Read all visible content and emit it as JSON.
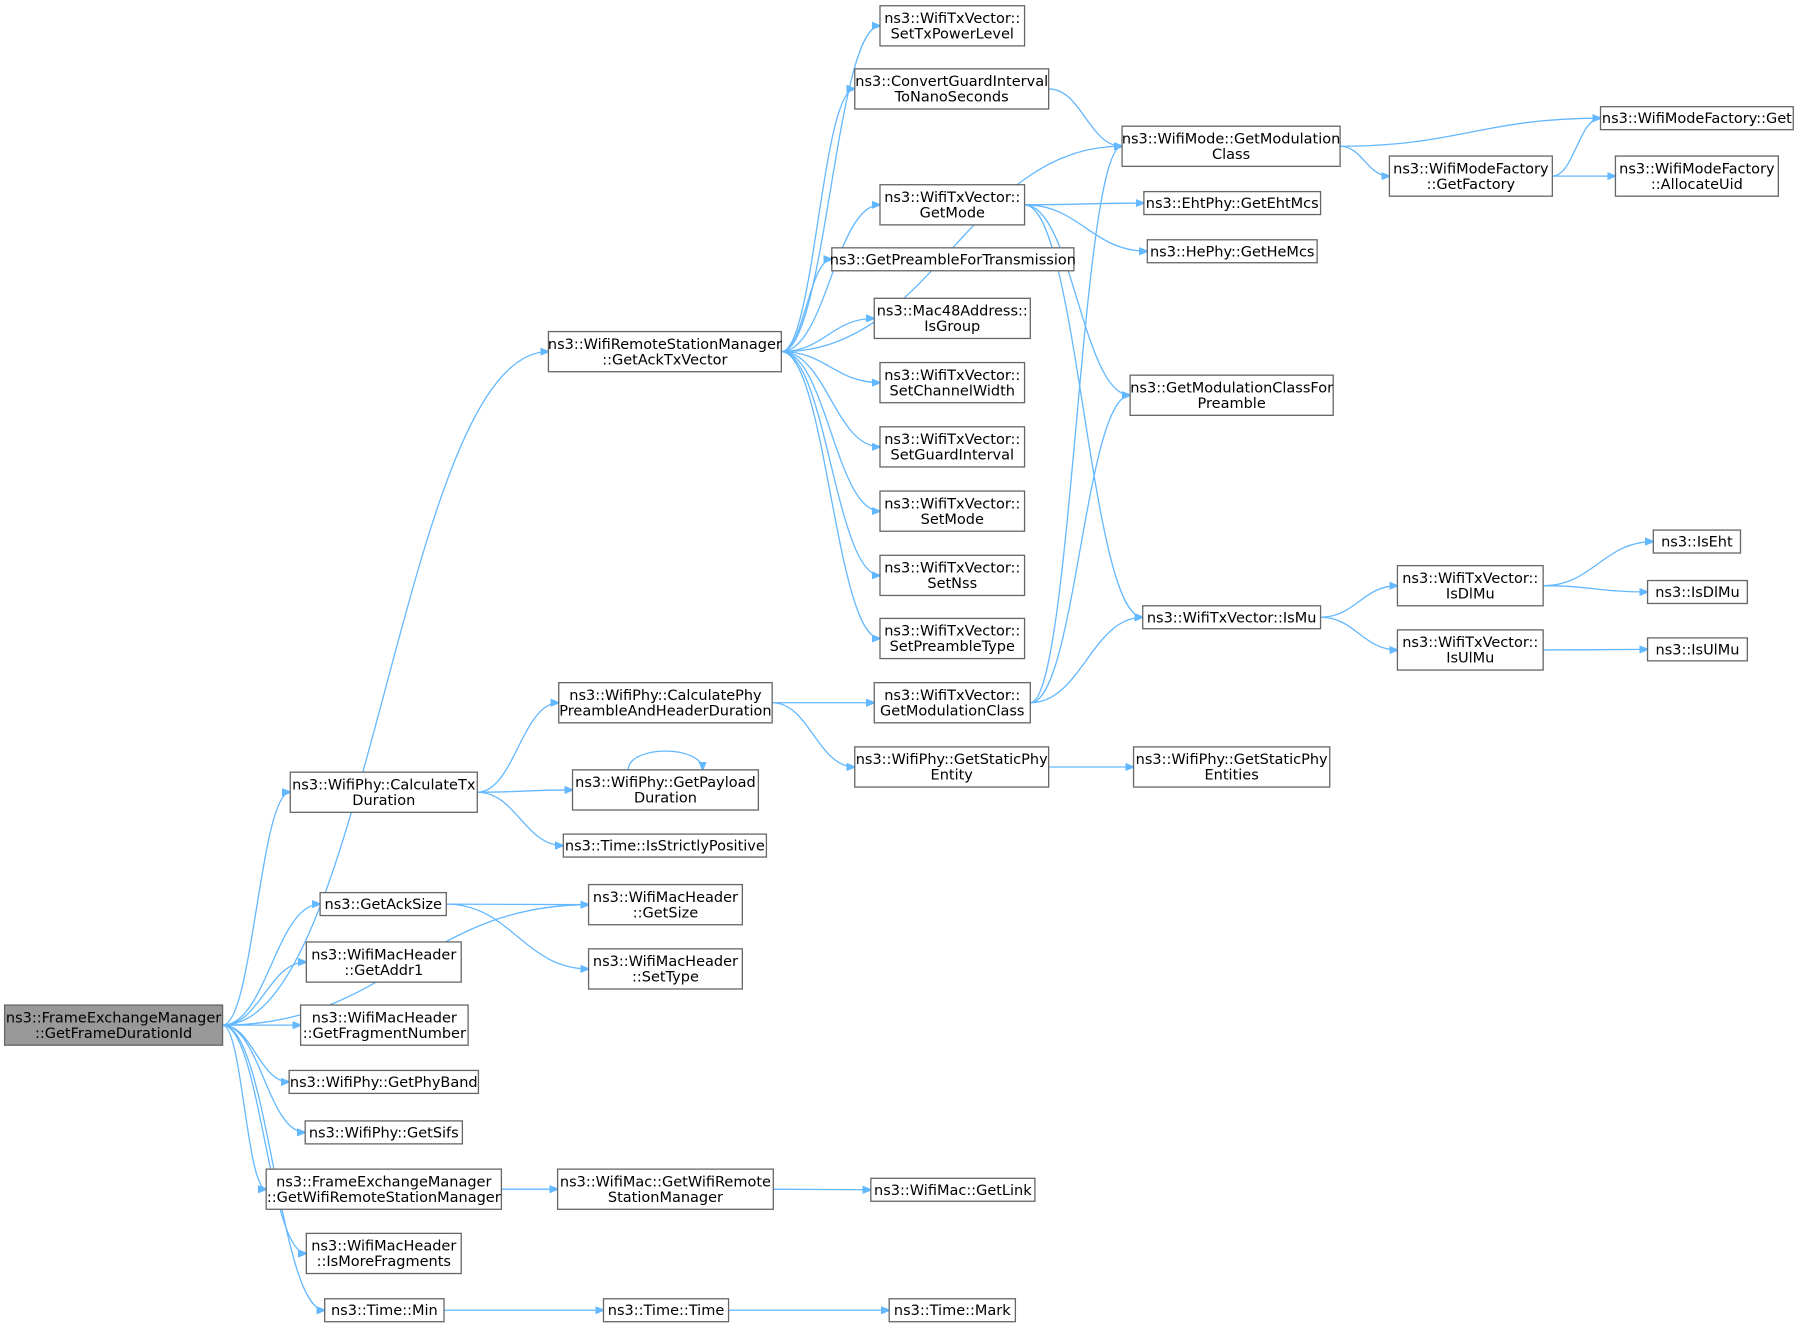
{
  "colors": {
    "edge": "#63b8ff",
    "node_border": "#666666",
    "root_fill": "#999999",
    "node_fill": "#ffffff"
  },
  "nodes": {
    "root": [
      "ns3::FrameExchangeManager",
      "::GetFrameDurationId"
    ],
    "getAckTxVector": [
      "ns3::WifiRemoteStationManager",
      "::GetAckTxVector"
    ],
    "calcTxDuration": [
      "ns3::WifiPhy::CalculateTx",
      "Duration"
    ],
    "macGetSize": [
      "ns3::WifiMacHeader",
      "::GetSize"
    ],
    "getAckSize": [
      "ns3::GetAckSize"
    ],
    "getAddr1": [
      "ns3::WifiMacHeader",
      "::GetAddr1"
    ],
    "getFragNum": [
      "ns3::WifiMacHeader",
      "::GetFragmentNumber"
    ],
    "getPhyBand": [
      "ns3::WifiPhy::GetPhyBand"
    ],
    "getSifs": [
      "ns3::WifiPhy::GetSifs"
    ],
    "fxmGetRsm": [
      "ns3::FrameExchangeManager",
      "::GetWifiRemoteStationManager"
    ],
    "isMoreFrag": [
      "ns3::WifiMacHeader",
      "::IsMoreFragments"
    ],
    "timeMin": [
      "ns3::Time::Min"
    ],
    "setTxPower": [
      "ns3::WifiTxVector::",
      "SetTxPowerLevel"
    ],
    "convertGi": [
      "ns3::ConvertGuardInterval",
      "ToNanoSeconds"
    ],
    "modeGetModClass": [
      "ns3::WifiMode::GetModulation",
      "Class"
    ],
    "txvGetMode": [
      "ns3::WifiTxVector::",
      "GetMode"
    ],
    "getPreamble": [
      "ns3::GetPreambleForTransmission"
    ],
    "isGroup": [
      "ns3::Mac48Address::",
      "IsGroup"
    ],
    "setChWidth": [
      "ns3::WifiTxVector::",
      "SetChannelWidth"
    ],
    "setGi": [
      "ns3::WifiTxVector::",
      "SetGuardInterval"
    ],
    "setMode": [
      "ns3::WifiTxVector::",
      "SetMode"
    ],
    "setNss": [
      "ns3::WifiTxVector::",
      "SetNss"
    ],
    "setPreamble": [
      "ns3::WifiTxVector::",
      "SetPreambleType"
    ],
    "calcPhyPre": [
      "ns3::WifiPhy::CalculatePhy",
      "PreambleAndHeaderDuration"
    ],
    "getPayload": [
      "ns3::WifiPhy::GetPayload",
      "Duration"
    ],
    "isStrictPos": [
      "ns3::Time::IsStrictlyPositive"
    ],
    "setType": [
      "ns3::WifiMacHeader",
      "::SetType"
    ],
    "macGetRsm": [
      "ns3::WifiMac::GetWifiRemote",
      "StationManager"
    ],
    "timeTime": [
      "ns3::Time::Time"
    ],
    "txvGetModClass": [
      "ns3::WifiTxVector::",
      "GetModulationClass"
    ],
    "getStaticPhy": [
      "ns3::WifiPhy::GetStaticPhy",
      "Entity"
    ],
    "macGetLink": [
      "ns3::WifiMac::GetLink"
    ],
    "timeMark": [
      "ns3::Time::Mark"
    ],
    "ehtMcs": [
      "ns3::EhtPhy::GetEhtMcs"
    ],
    "heMcs": [
      "ns3::HePhy::GetHeMcs"
    ],
    "getModClassPre": [
      "ns3::GetModulationClassFor",
      "Preamble"
    ],
    "isMu": [
      "ns3::WifiTxVector::IsMu"
    ],
    "getStaticPhys": [
      "ns3::WifiPhy::GetStaticPhy",
      "Entities"
    ],
    "factoryGet": [
      "ns3::WifiModeFactory::Get"
    ],
    "getFactory": [
      "ns3::WifiModeFactory",
      "::GetFactory"
    ],
    "allocUid": [
      "ns3::WifiModeFactory",
      "::AllocateUid"
    ],
    "isDlMuTxv": [
      "ns3::WifiTxVector::",
      "IsDlMu"
    ],
    "isUlMuTxv": [
      "ns3::WifiTxVector::",
      "IsUlMu"
    ],
    "isEht": [
      "ns3::IsEht"
    ],
    "isDlMu": [
      "ns3::IsDlMu"
    ],
    "isUlMu": [
      "ns3::IsUlMu"
    ]
  },
  "edges": [
    [
      "root",
      "getAckTxVector"
    ],
    [
      "root",
      "calcTxDuration"
    ],
    [
      "root",
      "macGetSize"
    ],
    [
      "root",
      "getAckSize"
    ],
    [
      "root",
      "getAddr1"
    ],
    [
      "root",
      "getFragNum"
    ],
    [
      "root",
      "getPhyBand"
    ],
    [
      "root",
      "getSifs"
    ],
    [
      "root",
      "fxmGetRsm"
    ],
    [
      "root",
      "isMoreFrag"
    ],
    [
      "root",
      "timeMin"
    ],
    [
      "getAckTxVector",
      "setTxPower"
    ],
    [
      "getAckTxVector",
      "convertGi"
    ],
    [
      "getAckTxVector",
      "modeGetModClass"
    ],
    [
      "getAckTxVector",
      "txvGetMode"
    ],
    [
      "getAckTxVector",
      "getPreamble"
    ],
    [
      "getAckTxVector",
      "isGroup"
    ],
    [
      "getAckTxVector",
      "setChWidth"
    ],
    [
      "getAckTxVector",
      "setGi"
    ],
    [
      "getAckTxVector",
      "setMode"
    ],
    [
      "getAckTxVector",
      "setNss"
    ],
    [
      "getAckTxVector",
      "setPreamble"
    ],
    [
      "calcTxDuration",
      "calcPhyPre"
    ],
    [
      "calcTxDuration",
      "getPayload"
    ],
    [
      "calcTxDuration",
      "isStrictPos"
    ],
    [
      "getAckSize",
      "macGetSize"
    ],
    [
      "getAckSize",
      "setType"
    ],
    [
      "fxmGetRsm",
      "macGetRsm"
    ],
    [
      "timeMin",
      "timeTime"
    ],
    [
      "calcPhyPre",
      "txvGetModClass"
    ],
    [
      "calcPhyPre",
      "getStaticPhy"
    ],
    [
      "getPayload",
      "getPayload"
    ],
    [
      "macGetRsm",
      "macGetLink"
    ],
    [
      "timeTime",
      "timeMark"
    ],
    [
      "convertGi",
      "modeGetModClass"
    ],
    [
      "txvGetMode",
      "ehtMcs"
    ],
    [
      "txvGetMode",
      "heMcs"
    ],
    [
      "txvGetMode",
      "getModClassPre"
    ],
    [
      "txvGetMode",
      "isMu"
    ],
    [
      "txvGetModClass",
      "modeGetModClass"
    ],
    [
      "txvGetModClass",
      "getModClassPre"
    ],
    [
      "txvGetModClass",
      "isMu"
    ],
    [
      "getStaticPhy",
      "getStaticPhys"
    ],
    [
      "modeGetModClass",
      "factoryGet"
    ],
    [
      "modeGetModClass",
      "getFactory"
    ],
    [
      "getFactory",
      "factoryGet"
    ],
    [
      "getFactory",
      "allocUid"
    ],
    [
      "isMu",
      "isDlMuTxv"
    ],
    [
      "isMu",
      "isUlMuTxv"
    ],
    [
      "isDlMuTxv",
      "isEht"
    ],
    [
      "isDlMuTxv",
      "isDlMu"
    ],
    [
      "isUlMuTxv",
      "isUlMu"
    ]
  ]
}
